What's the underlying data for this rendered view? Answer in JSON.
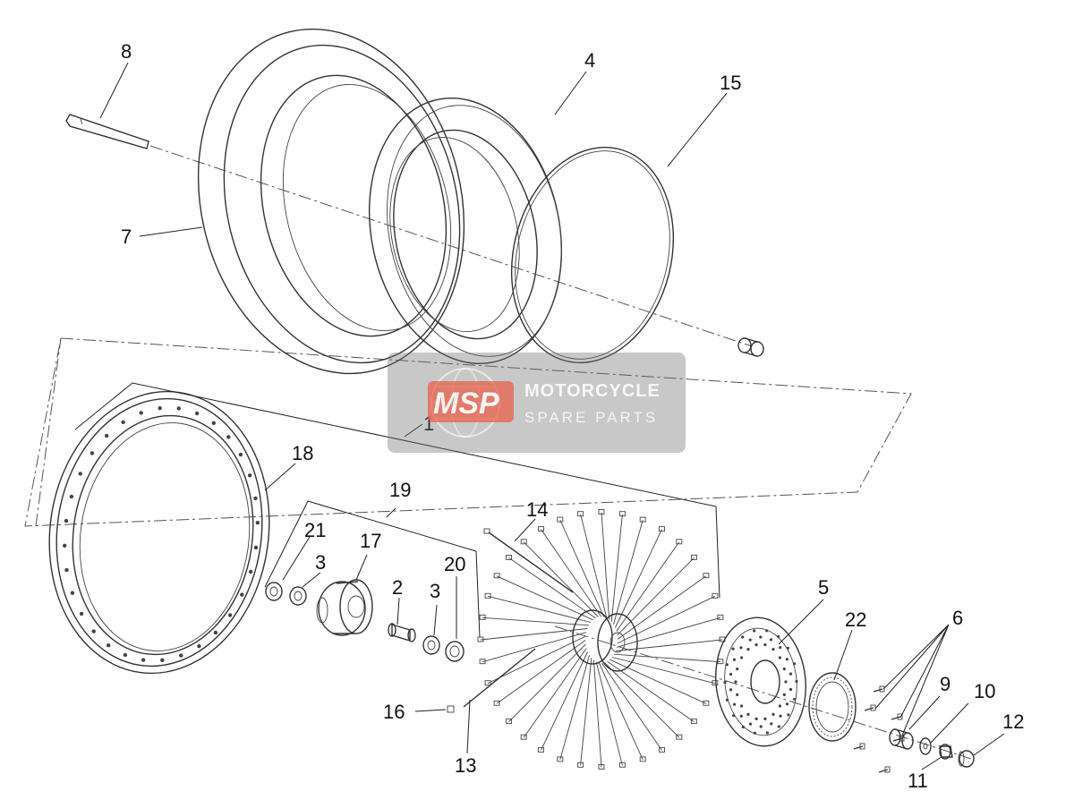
{
  "diagram": {
    "callouts": [
      "8",
      "4",
      "15",
      "7",
      "1",
      "18",
      "19",
      "14",
      "21",
      "17",
      "3",
      "2",
      "3",
      "20",
      "5",
      "22",
      "6",
      "9",
      "10",
      "12",
      "16",
      "13",
      "11"
    ]
  },
  "watermark": {
    "logo": "MSP",
    "line1": "MOTORCYCLE",
    "line2": "SPARE PARTS"
  },
  "colors": {
    "line": "#222222",
    "watermark_box": "#6e6e6e",
    "watermark_logo": "#e8604c"
  }
}
